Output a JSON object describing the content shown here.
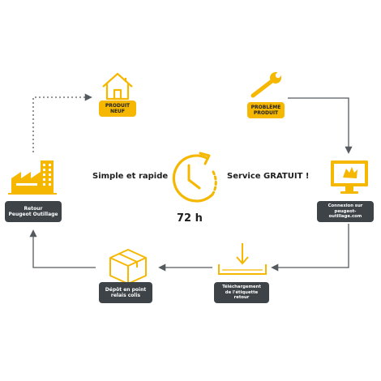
{
  "colors": {
    "accent": "#f5b700",
    "dark_label_bg": "#3d4347",
    "arrow": "#555a5e",
    "text": "#1e1e1e"
  },
  "center": {
    "left_text": "Simple et rapide",
    "right_text": "Service GRATUIT !",
    "time_text": "72 h",
    "icon": "stopwatch-clock-icon"
  },
  "steps": [
    {
      "id": "produit-neuf",
      "icon": "house-icon",
      "line1": "PRODUIT",
      "line2": "NEUF",
      "style": "yellow"
    },
    {
      "id": "probleme-produit",
      "icon": "wrench-icon",
      "line1": "PROBLÈME",
      "line2": "PRODUIT",
      "style": "yellow"
    },
    {
      "id": "connexion",
      "icon": "computer-monitor-icon",
      "line1": "Connexion sur",
      "line2": "peugeot-outillage.com",
      "style": "dark"
    },
    {
      "id": "telechargement",
      "icon": "download-icon",
      "line1": "Téléchargement",
      "line2": "de l'étiquette retour",
      "style": "dark"
    },
    {
      "id": "depot",
      "icon": "parcel-box-icon",
      "line1": "Dépôt en point",
      "line2": "relais colis",
      "style": "dark"
    },
    {
      "id": "retour",
      "icon": "factory-icon",
      "line1": "Retour",
      "line2": "Peugeot Outillage",
      "style": "dark"
    }
  ]
}
